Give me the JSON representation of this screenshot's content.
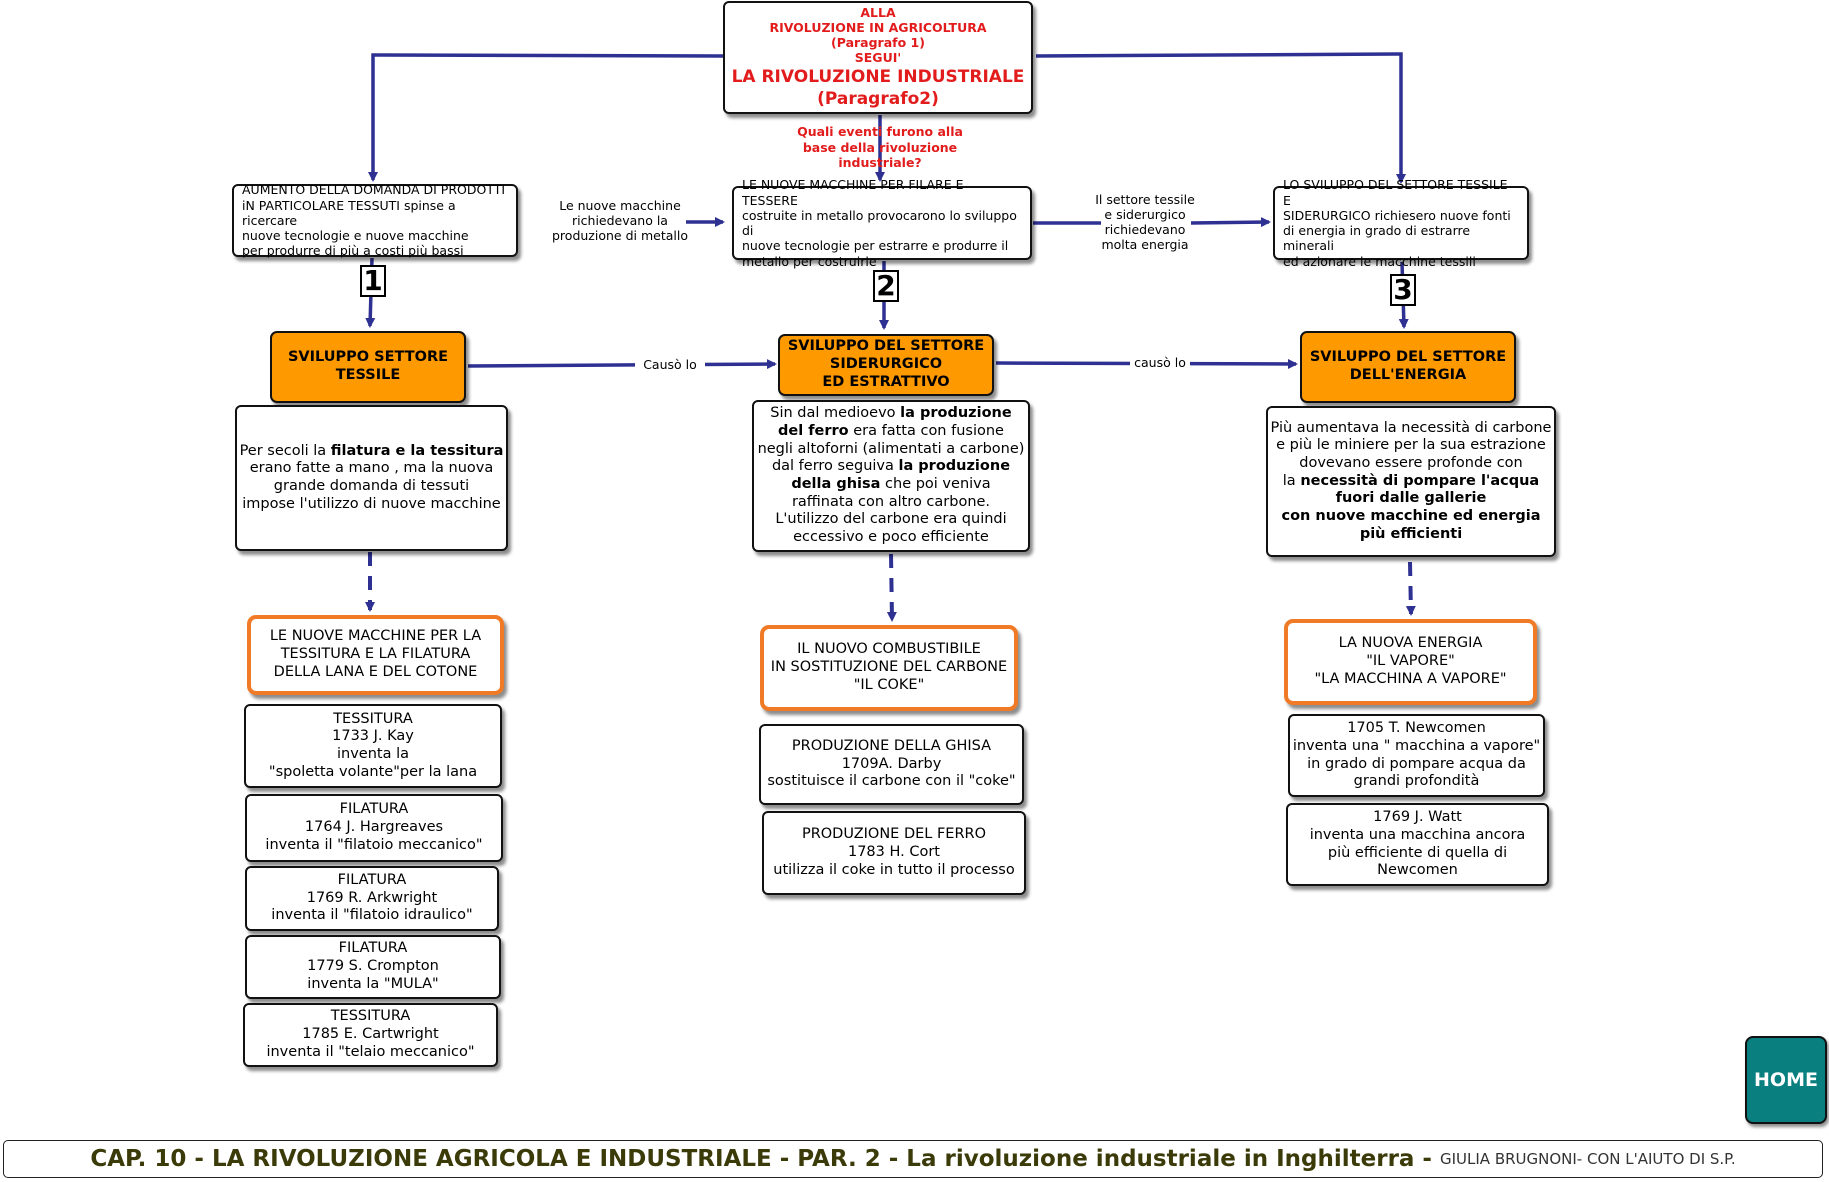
{
  "top_box": {
    "intro": "ALLA\nRIVOLUZIONE IN AGRICOLTURA\n(Paragrafo 1)\nSEGUI'",
    "title": "LA RIVOLUZIONE  INDUSTRIALE\n(Paragrafo2)"
  },
  "question": "Quali eventi furono alla\nbase della rivoluzione\nindustriale?",
  "causes": [
    "AUMENTO DELLA DOMANDA DI PRODOTTI\niN PARTICOLARE TESSUTI spinse a ricercare\nnuove tecnologie e nuove macchine\nper produrre di più a costi più bassi",
    "LE NUOVE MACCHINE  PER FILARE E TESSERE\ncostruite in metallo provocarono lo sviluppo di\nnuove tecnologie  per estrarre e produrre il\nmetallo per costruirle",
    "LO SVILUPPO DEL SETTORE TESSILE E\nSIDERURGICO richiesero nuove fonti\ndi energia in grado di estrarre minerali\ned azionare le macchine tessili"
  ],
  "link_labels": {
    "machines": "Le nuove macchine\nrichiedevano la\nproduzione di metallo",
    "energy": "Il settore tessile\ne siderurgico\nrichiedevano\nmolta energia",
    "caused1": "Causò lo",
    "caused2": "causò lo"
  },
  "numbers": [
    "1",
    "2",
    "3"
  ],
  "sectors": [
    "SVILUPPO SETTORE\nTESSILE",
    "SVILUPPO DEL SETTORE\nSIDERURGICO\nED  ESTRATTIVO",
    "SVILUPPO DEL SETTORE\nDELL'ENERGIA"
  ],
  "descriptions": {
    "tessile": {
      "a": "Per secoli la ",
      "b": "filatura e la tessitura",
      "c": "\nerano fatte a mano , ma la nuova\ngrande domanda di tessuti\nimpose l'utilizzo di nuove macchine"
    },
    "siderurgico": {
      "a": "Sin dal medioevo ",
      "b": "la produzione\ndel  ferro",
      "c": " era fatta con fusione\nnegli altoforni (alimentati a carbone)\ndal ferro seguiva ",
      "d": "la produzione\ndella ghisa",
      "e": " che poi veniva\nraffinata con altro carbone.\nL'utilizzo del carbone era quindi\neccessivo e poco efficiente"
    },
    "energia": {
      "a": "Più aumentava la necessità di carbone\ne più le miniere per la sua estrazione\ndovevano essere profonde con\nla ",
      "b": "necessità di pompare l'acqua\nfuori dalle gallerie\ncon nuove macchine ed energia\npiù efficienti"
    }
  },
  "innovations": [
    "LE NUOVE MACCHINE PER LA\nTESSITURA E LA FILATURA\nDELLA LANA E DEL COTONE",
    "IL NUOVO COMBUSTIBILE\nIN SOSTITUZIONE DEL CARBONE\n\"IL COKE\"",
    "LA NUOVA ENERGIA\n\"IL VAPORE\"\n\"LA MACCHINA A VAPORE\""
  ],
  "tessile_entries": [
    "TESSITURA\n1733 J. Kay\ninventa la\n\"spoletta volante\"per la lana",
    "FILATURA\n1764 J. Hargreaves\ninventa il \"filatoio meccanico\"",
    "FILATURA\n1769 R. Arkwright\ninventa il \"filatoio idraulico\"",
    "FILATURA\n1779 S. Crompton\ninventa la \"MULA\"",
    "TESSITURA\n1785 E. Cartwright\ninventa il \"telaio meccanico\""
  ],
  "siderurgico_entries": [
    "PRODUZIONE DELLA GHISA\n1709A. Darby\nsostituisce il carbone con il \"coke\"",
    "PRODUZIONE DEL FERRO\n1783 H. Cort\nutilizza il coke in tutto il processo"
  ],
  "energia_entries": [
    "1705 T. Newcomen\ninventa una \" macchina a vapore\"\nin grado di pompare acqua da\ngrandi profondità",
    "1769 J. Watt\ninventa una macchina ancora\npiù efficiente di quella di\nNewcomen"
  ],
  "home_label": "HOME",
  "footer": {
    "title": "CAP. 10 - LA RIVOLUZIONE AGRICOLA E INDUSTRIALE - PAR. 2 - La rivoluzione industriale in Inghilterra -",
    "author": "GIULIA BRUGNONI- CON L'AIUTO DI S.P."
  },
  "colors": {
    "connector": "#2e3192",
    "sector_fill": "#ff9900",
    "innovation_border": "#f07a26",
    "title_red": "#e21c1c",
    "home_fill": "#097f7f"
  }
}
